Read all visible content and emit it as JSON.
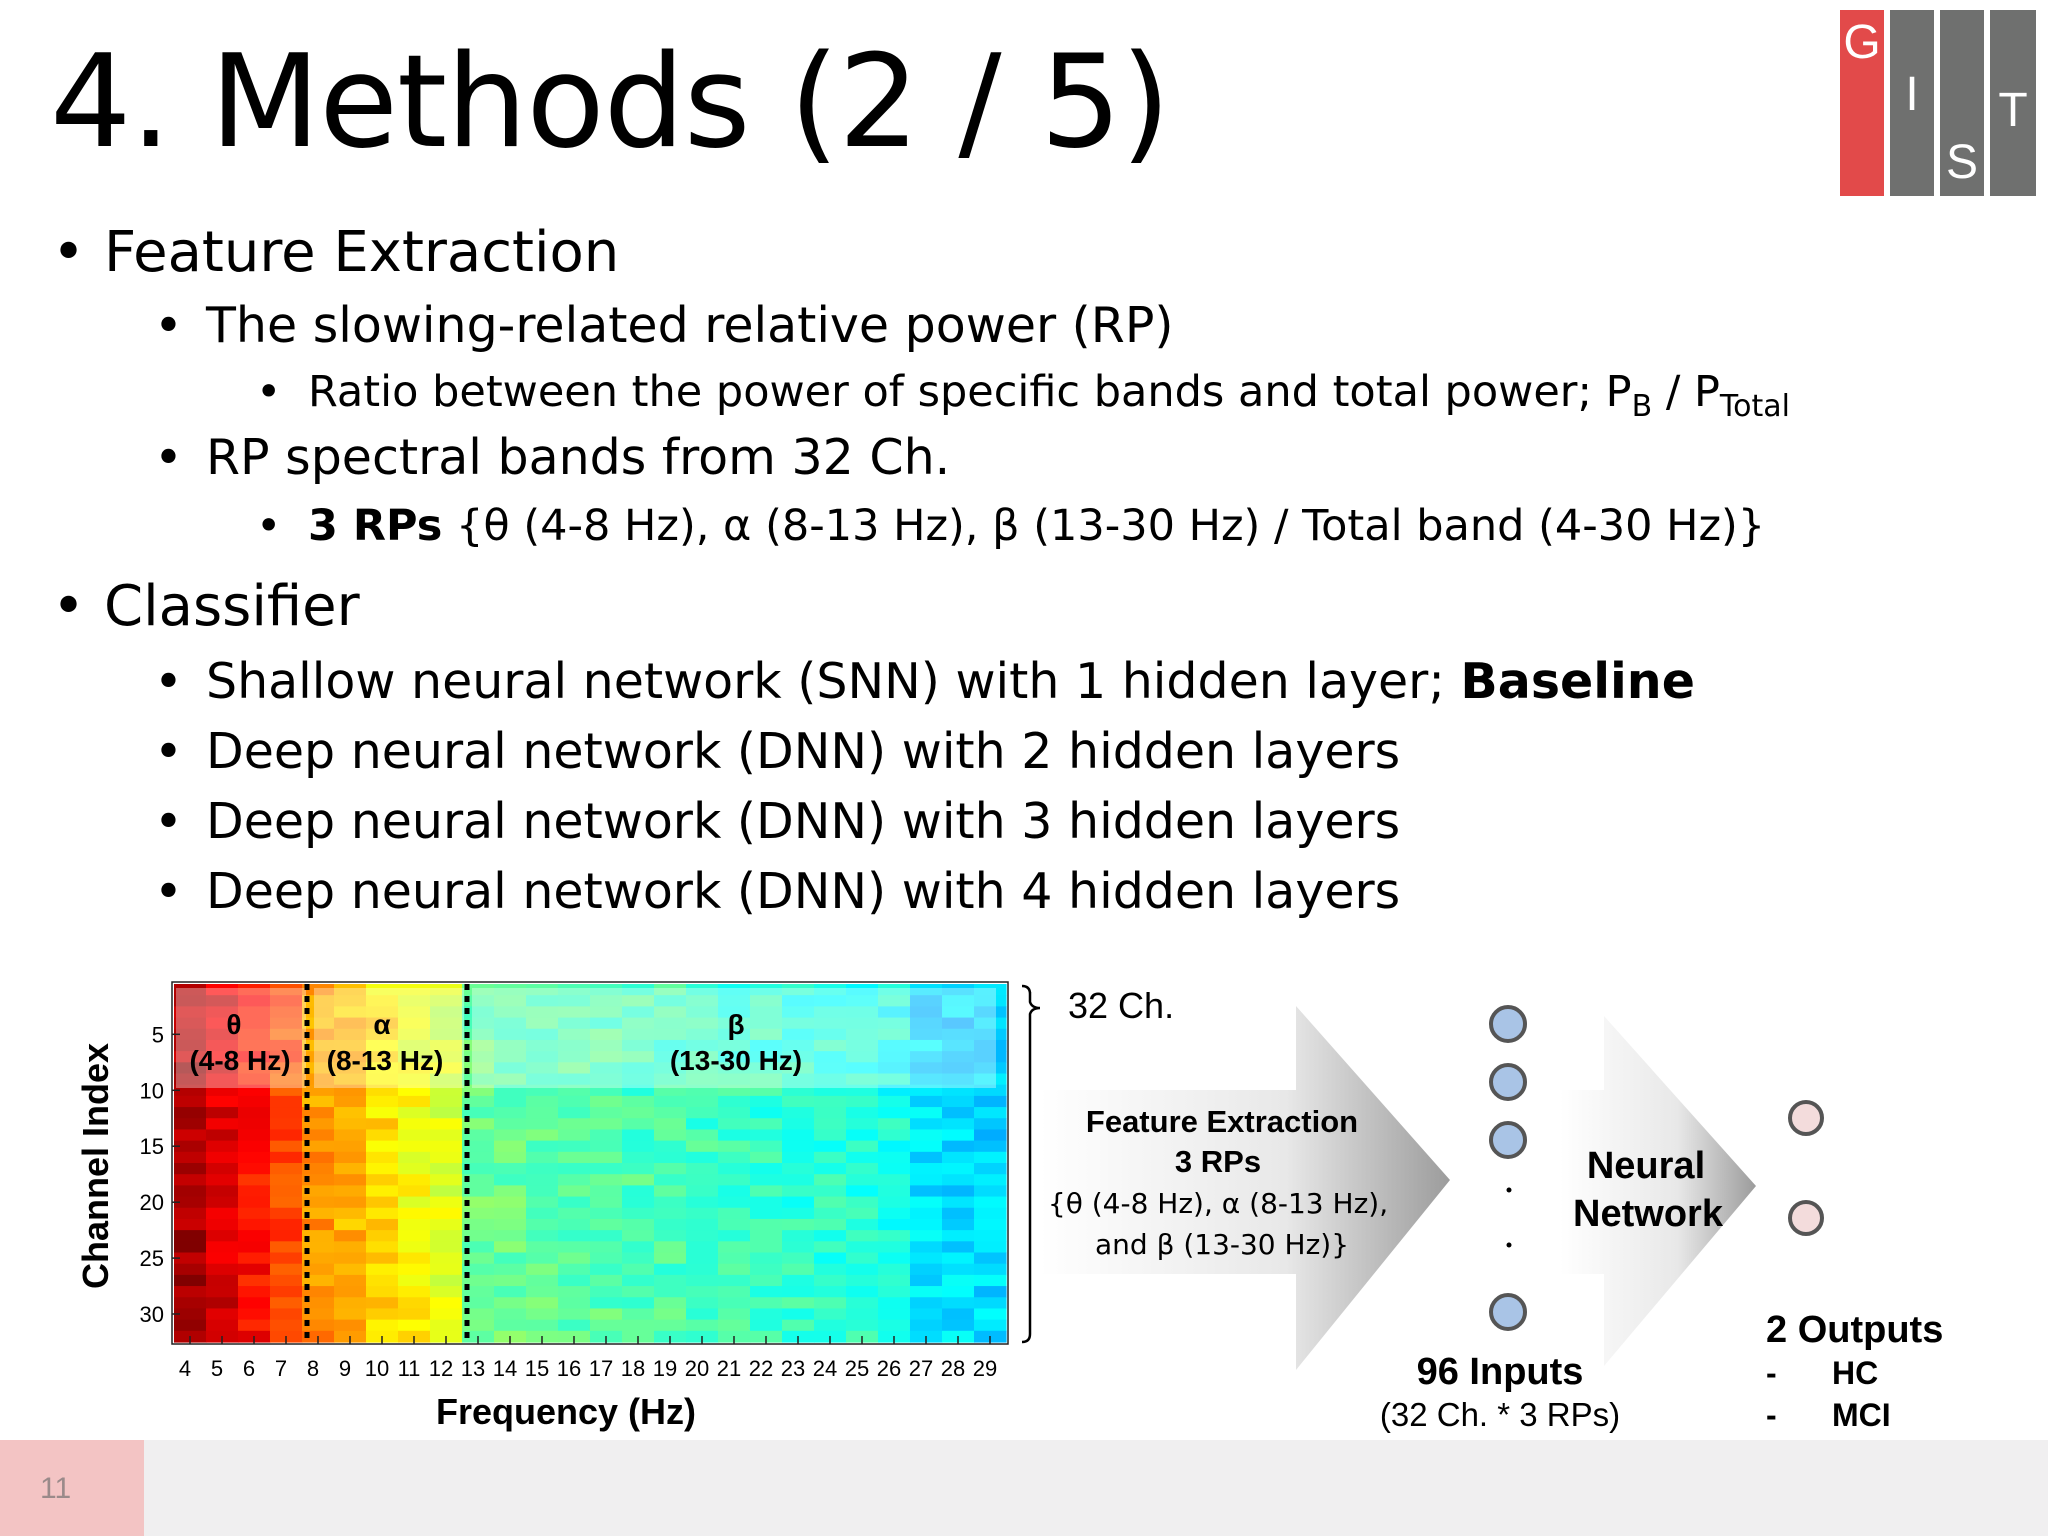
{
  "slide": {
    "title": "4. Methods (2 / 5)",
    "page_number": "11",
    "logo_letters": [
      "G",
      "I",
      "S",
      "T"
    ]
  },
  "bullets": {
    "feature_extraction": "Feature Extraction",
    "rp_title": "The slowing-related relative power (RP)",
    "ratio_text": "Ratio between the power of specific bands and total power; P",
    "ratio_sub_b": "B",
    "ratio_slash": " / P",
    "ratio_sub_total": "Total",
    "rp_bands": "RP spectral bands from 32 Ch.",
    "three_rps_bold": "3 RPs",
    "three_rps_rest": " {θ (4-8 Hz), α (8-13 Hz), β (13-30 Hz) / Total band (4-30 Hz)}",
    "classifier": "Classifier",
    "snn_text": "Shallow neural network (SNN) with 1 hidden layer; ",
    "snn_bold": "Baseline",
    "dnn2": "Deep neural network (DNN) with 2 hidden layers",
    "dnn3": "Deep neural network (DNN) with 3 hidden layers",
    "dnn4": "Deep neural network (DNN) with 4 hidden layers"
  },
  "figure": {
    "heatmap": {
      "y_label": "Channel Index",
      "x_label": "Frequency (Hz)",
      "y_ticks": [
        "5",
        "10",
        "15",
        "20",
        "25",
        "30"
      ],
      "x_ticks": [
        "4",
        "5",
        "6",
        "7",
        "8",
        "9",
        "10",
        "11",
        "12",
        "13",
        "14",
        "15",
        "16",
        "17",
        "18",
        "19",
        "20",
        "21",
        "22",
        "23",
        "24",
        "25",
        "26",
        "27",
        "28",
        "29"
      ],
      "bands": [
        {
          "symbol": "θ",
          "range": "(4-8 Hz)"
        },
        {
          "symbol": "α",
          "range": "(8-13 Hz)"
        },
        {
          "symbol": "β",
          "range": "(13-30 Hz)"
        }
      ],
      "bracket_label": "32 Ch.",
      "colormap": "jet"
    },
    "arrow1": {
      "line1": "Feature Extraction",
      "line2": "3 RPs",
      "line3": "{θ (4-8 Hz), α (8-13 Hz),",
      "line4": "and β (13-30 Hz)}"
    },
    "inputs": {
      "label": "96 Inputs",
      "sublabel": "(32 Ch. * 3 RPs)",
      "node_color": "#a9c4e6"
    },
    "arrow2": {
      "line1": "Neural",
      "line2": "Network"
    },
    "outputs": {
      "label": "2 Outputs",
      "items": [
        {
          "dash": "-",
          "name": "HC"
        },
        {
          "dash": "-",
          "name": "MCI"
        }
      ],
      "node_color": "#f3dcdc"
    }
  },
  "colors": {
    "logo_red": "#e24a4a",
    "logo_gray": "#6f706f",
    "footer_pink": "#f3c4c4",
    "footer_gray": "#f0eff0"
  }
}
